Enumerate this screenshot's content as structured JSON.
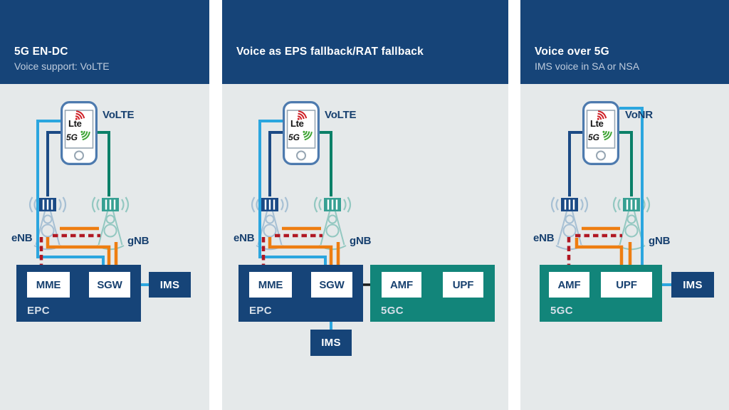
{
  "palette": {
    "panel_bg": "#e5e9ea",
    "navy": "#164478",
    "teal": "#12857a",
    "orange": "#ee7d11",
    "dark_red": "#b01823",
    "light_blue": "#2ba6df",
    "navy_line": "#1b4a85",
    "teal_line": "#0b8068",
    "black_line": "#1a1a1a",
    "phone_border": "#4d7aae",
    "tower_blue": "#a7c0d4",
    "tower_teal": "#93c8c1",
    "antenna_navy": "#1b4a85",
    "antenna_teal": "#37a093",
    "text_navy": "#17406f",
    "lte_red": "#cf2027",
    "fiveg_green": "#3fa535"
  },
  "phone": {
    "lte_label": "Lte",
    "fiveg_label": "5G"
  },
  "panels": [
    {
      "title": "5G EN-DC",
      "subtitle": "Voice support: VoLTE",
      "device_label": "VoLTE",
      "enb": "eNB",
      "gnb": "gNB",
      "epc": {
        "label": "EPC",
        "node1": "MME",
        "node2": "SGW"
      },
      "ims": "IMS"
    },
    {
      "title": "Voice as EPS fallback/RAT fallback",
      "subtitle": "",
      "device_label": "VoLTE",
      "enb": "eNB",
      "gnb": "gNB",
      "epc": {
        "label": "EPC",
        "node1": "MME",
        "node2": "SGW"
      },
      "fivegc": {
        "label": "5GC",
        "node1": "AMF",
        "node2": "UPF"
      },
      "ims": "IMS"
    },
    {
      "title": "Voice over 5G",
      "subtitle": "IMS voice in SA or NSA",
      "device_label": "VoNR",
      "enb": "eNB",
      "gnb": "gNB",
      "fivegc": {
        "label": "5GC",
        "node1": "AMF",
        "node2": "UPF"
      },
      "ims": "IMS"
    }
  ]
}
